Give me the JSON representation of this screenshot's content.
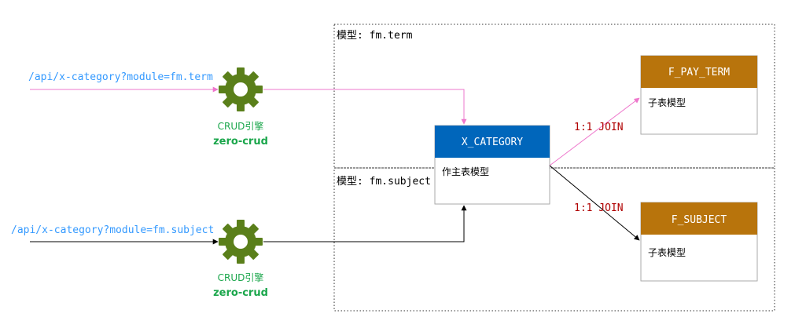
{
  "colors": {
    "api_top": "#3399ff",
    "api_bottom": "#3399ff",
    "arrow_pink": "#ee77cc",
    "arrow_black": "#000000",
    "gear": "#5a7f1a",
    "engine_text": "#1aa64b",
    "main_header": "#0066bb",
    "sub_header": "#b8740c",
    "join": "#b00000"
  },
  "regions": {
    "term": {
      "label": "模型: fm.term"
    },
    "subject": {
      "label": "模型: fm.subject"
    }
  },
  "flows": {
    "top": {
      "api_label": "/api/x-category?module=fm.term",
      "engine_name": "CRUD引擎",
      "engine_id": "zero-crud",
      "icon": "gear-icon"
    },
    "bottom": {
      "api_label": "/api/x-category?module=fm.subject",
      "engine_name": "CRUD引擎",
      "engine_id": "zero-crud",
      "icon": "gear-icon"
    }
  },
  "main_model": {
    "name": "X_CATEGORY",
    "body": "作主表模型"
  },
  "sub_models": {
    "pay_term": {
      "name": "F_PAY_TERM",
      "body": "子表模型"
    },
    "subject": {
      "name": "F_SUBJECT",
      "body": "子表模型"
    }
  },
  "joins": {
    "top": "1:1 JOIN",
    "bottom": "1:1 JOIN"
  }
}
